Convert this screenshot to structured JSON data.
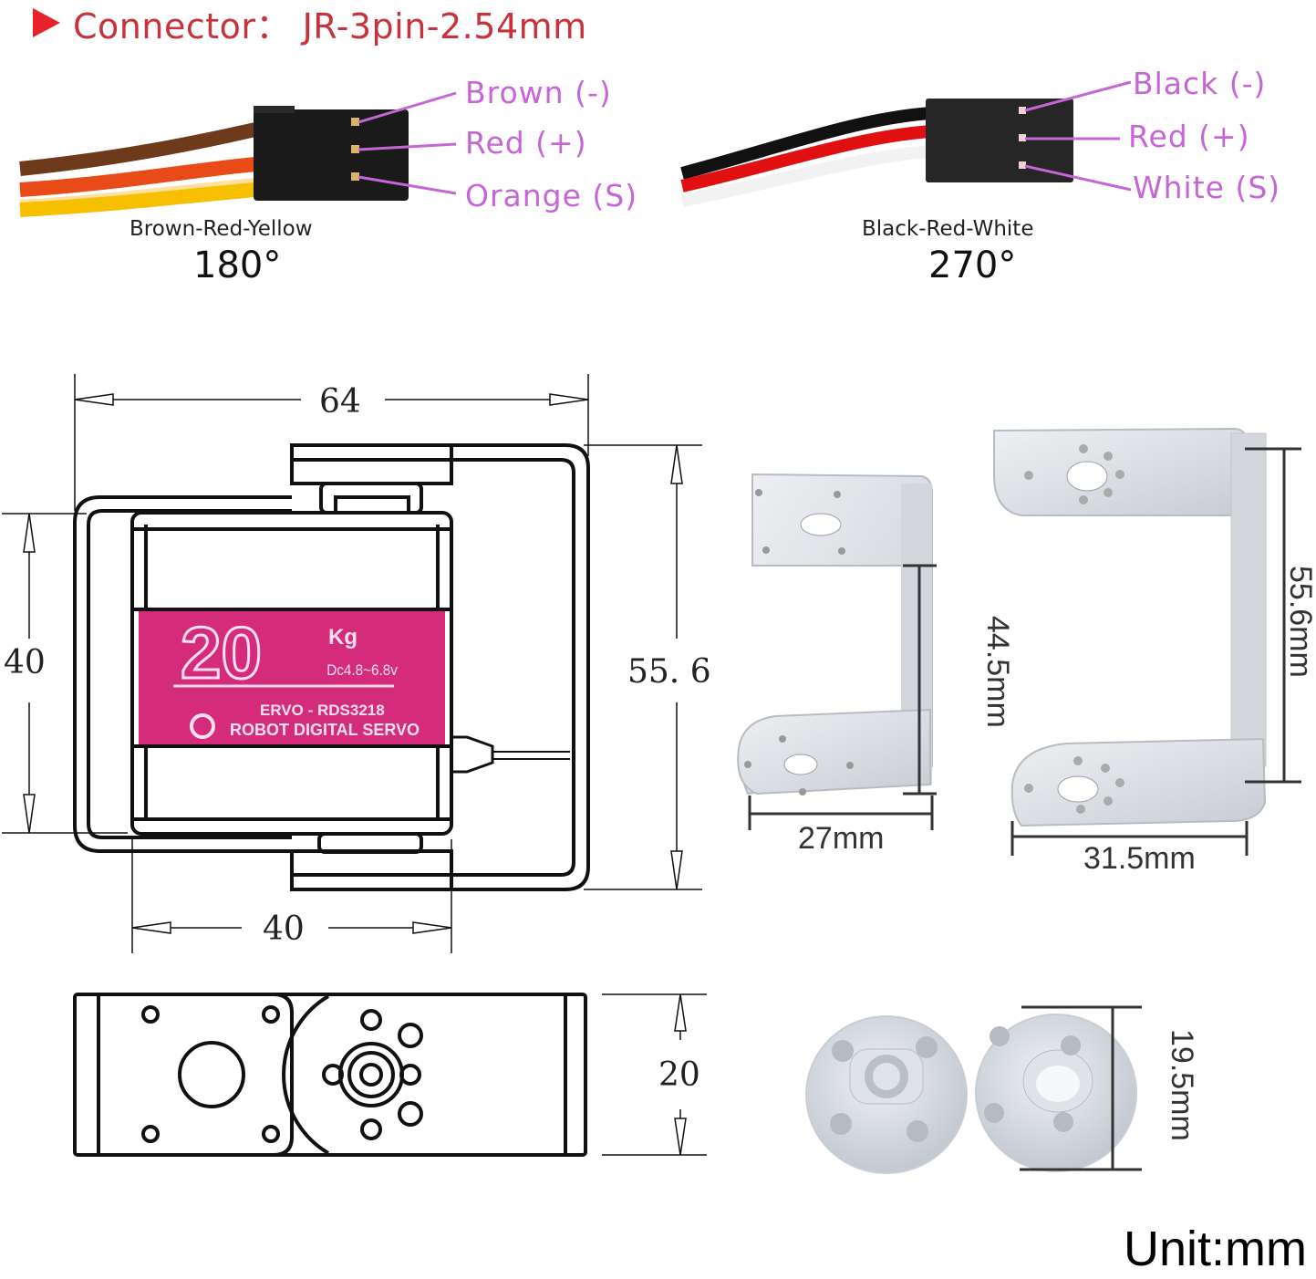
{
  "header": {
    "title": "Connector： JR-3pin-2.54mm",
    "title_color": "#c8323c",
    "marker_icon": "red-triangle-marker"
  },
  "connectors": [
    {
      "id": "180",
      "pins": [
        "Brown (-)",
        "Red (+)",
        "Orange (S)"
      ],
      "wire_colors": [
        "#7a3e1c",
        "#e8401a",
        "#f7c800"
      ],
      "caption": "Brown-Red-Yellow",
      "angle": "180°"
    },
    {
      "id": "270",
      "pins": [
        "Black (-)",
        "Red (+)",
        "White (S)"
      ],
      "wire_colors": [
        "#111111",
        "#e01010",
        "#f4f4f4"
      ],
      "caption": "Black-Red-White",
      "angle": "270°"
    }
  ],
  "pin_label_color": "#c666d6",
  "servo_drawing": {
    "dims": {
      "overall_width": "64",
      "body_height": "40",
      "bracket_height": "55. 6",
      "body_width": "40",
      "thickness": "20"
    },
    "label": {
      "big_number": "20",
      "unit": "Kg",
      "voltage": "Dc4.8~6.8v",
      "model": "ERVO - RDS3218",
      "subtitle": "ROBOT DIGITAL SERVO",
      "color": "#d42c7a"
    }
  },
  "brackets": {
    "small": {
      "height": "44.5mm",
      "width": "27mm"
    },
    "large": {
      "height": "55.6mm",
      "width": "31.5mm"
    }
  },
  "horns": {
    "diameter": "19.5mm"
  },
  "footer": {
    "unit": "Unit:mm"
  }
}
